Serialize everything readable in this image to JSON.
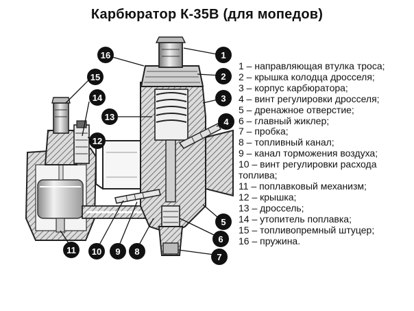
{
  "title": "Карбюратор К-35В (для мопедов)",
  "callouts": [
    "1",
    "2",
    "3",
    "4",
    "5",
    "6",
    "7",
    "8",
    "9",
    "10",
    "11",
    "12",
    "13",
    "14",
    "15",
    "16"
  ],
  "legend": [
    "1 – направляющая втулка троса;",
    "2 – крышка колодца дросселя;",
    "3 – корпус карбюратора;",
    "4 – винт регулировки дросселя;",
    "5 – дренажное отверстие;",
    "6 – главный жиклер;",
    "7 – пробка;",
    "8 – топливный канал;",
    "9 – канал торможения воздуха;",
    "10 – винт регулировки расхода",
    "топлива;",
    "11 – поплавковый механизм;",
    "12 – крышка;",
    "13 – дроссель;",
    "14 – утопитель поплавка;",
    "15 – топливопремный штуцер;",
    "16 – пружина."
  ]
}
